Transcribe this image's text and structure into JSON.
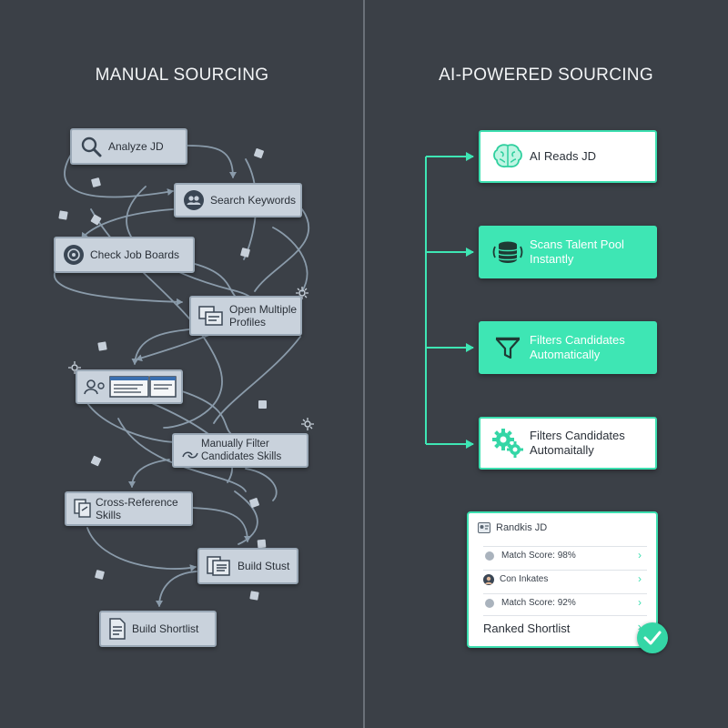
{
  "left": {
    "title": "MANUAL SOURCING",
    "steps": [
      {
        "label": "Analyze JD",
        "icon": "search-icon"
      },
      {
        "label": "Search Keywords",
        "icon": "people-icon"
      },
      {
        "label": "Check Job Boards",
        "icon": "globe-icon"
      },
      {
        "label": "Open Multiple Profiles",
        "icon": "windows-icon"
      },
      {
        "label": "",
        "icon": "profile-windows-icon"
      },
      {
        "label": "Manually Filter Candidates Skills",
        "icon": "sync-icon"
      },
      {
        "label": "Cross-Reference Skills",
        "icon": "documents-icon"
      },
      {
        "label": "Build Stust",
        "icon": "list-icon"
      },
      {
        "label": "Build Shortlist",
        "icon": "document-icon"
      }
    ]
  },
  "right": {
    "title": "AI-POWERED SOURCING",
    "steps": [
      {
        "label": "AI Reads JD",
        "icon": "brain-icon",
        "style": "white"
      },
      {
        "label": "Scans Talent Pool Instantly",
        "icon": "database-icon",
        "style": "green"
      },
      {
        "label": "Filters Candidates Automatically",
        "icon": "funnel-icon",
        "style": "green"
      },
      {
        "label": "Filters Candidates Automaitally",
        "icon": "gears-icon",
        "style": "white"
      }
    ],
    "card": {
      "header": "Randkis JD",
      "rows": [
        {
          "label": "Match Score: 98%",
          "icon": "dot"
        },
        {
          "label": "Con Inkates",
          "icon": "avatar"
        },
        {
          "label": "Match Score: 92%",
          "icon": "dot"
        }
      ],
      "footer": "Ranked Shortlist"
    }
  },
  "colors": {
    "background": "#3b4047",
    "accent": "#3ee6b4",
    "manual_box": "#c9d2dc",
    "manual_arrow": "#8fa0b0"
  }
}
